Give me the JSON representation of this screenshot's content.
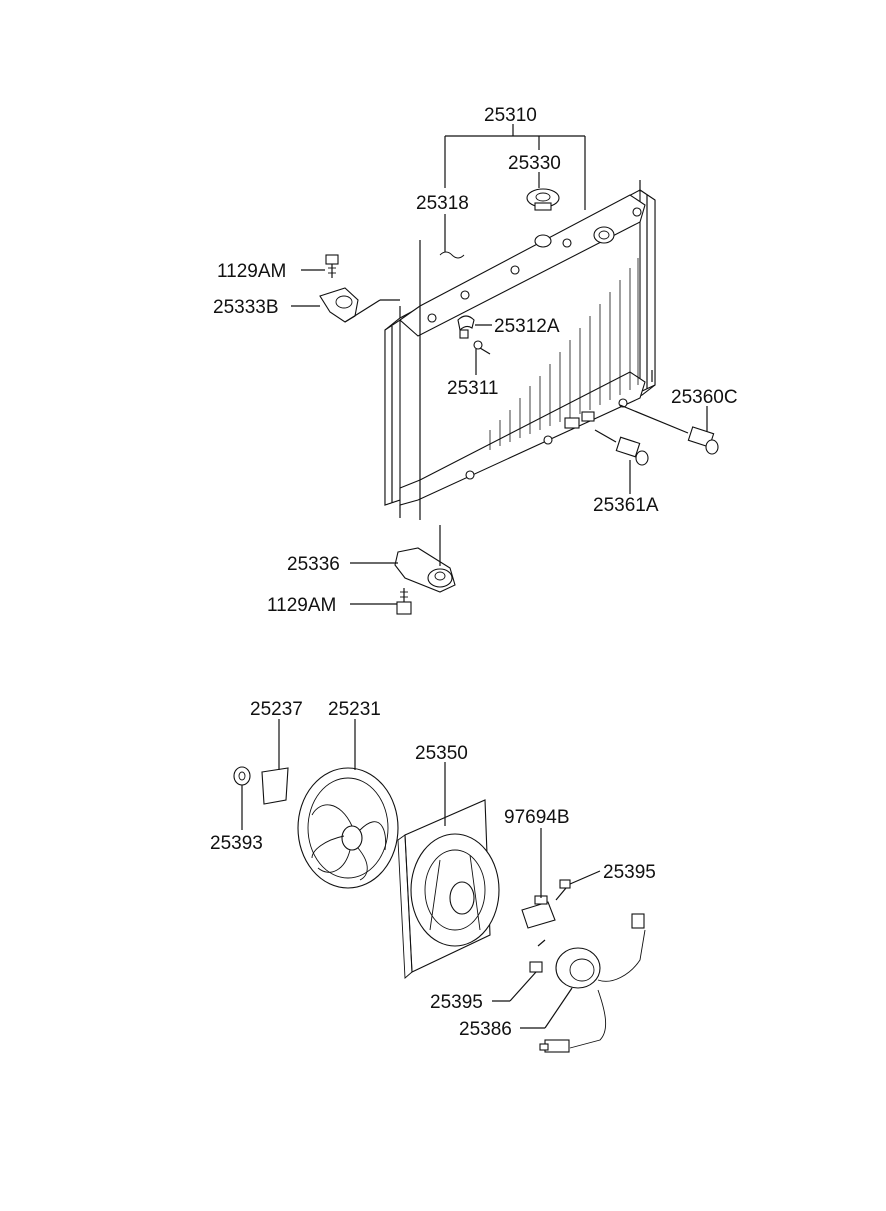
{
  "labels": {
    "p25310": "25310",
    "p25330": "25330",
    "p25318": "25318",
    "p1129am_top": "1129AM",
    "p25333b": "25333B",
    "p25312a": "25312A",
    "p25311": "25311",
    "p25360c": "25360C",
    "p25361a": "25361A",
    "p25336": "25336",
    "p1129am_bottom": "1129AM",
    "p25237": "25237",
    "p25231": "25231",
    "p25350": "25350",
    "p25393": "25393",
    "p97694b": "97694B",
    "p25395_right": "25395",
    "p25395_left": "25395",
    "p25386": "25386"
  }
}
